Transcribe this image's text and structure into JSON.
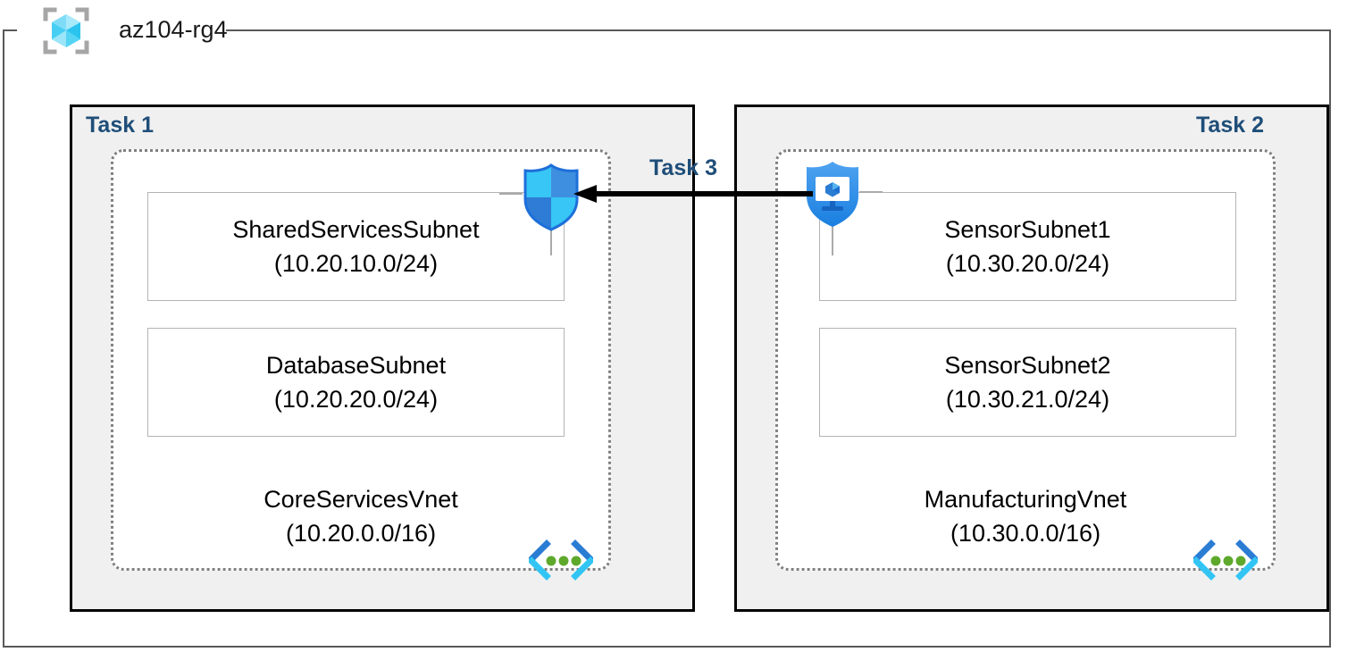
{
  "resource_group": {
    "name": "az104-rg4",
    "icon": "azure-resource-group-cube-icon"
  },
  "tasks": [
    {
      "id": "task1",
      "label": "Task 1"
    },
    {
      "id": "task2",
      "label": "Task 2"
    },
    {
      "id": "task3",
      "label": "Task 3"
    }
  ],
  "vnets": [
    {
      "id": "core-services-vnet",
      "name": "CoreServicesVnet",
      "cidr": "(10.20.0.0/16)",
      "icon": "virtual-network-icon",
      "subnets": [
        {
          "name": "SharedServicesSubnet",
          "cidr": "(10.20.10.0/24)"
        },
        {
          "name": "DatabaseSubnet",
          "cidr": "(10.20.20.0/24)"
        }
      ]
    },
    {
      "id": "manufacturing-vnet",
      "name": "ManufacturingVnet",
      "cidr": "(10.30.0.0/16)",
      "icon": "virtual-network-icon",
      "subnets": [
        {
          "name": "SensorSubnet1",
          "cidr": "(10.30.20.0/24)"
        },
        {
          "name": "SensorSubnet2",
          "cidr": "(10.30.21.0/24)"
        }
      ]
    }
  ],
  "icons": {
    "firewall": "azure-firewall-shield-icon",
    "bastion": "azure-bastion-shield-monitor-icon"
  },
  "connection": {
    "label": "Task 3",
    "direction": "right-to-left",
    "from": "manufacturing-vnet",
    "to": "core-services-vnet"
  },
  "colors": {
    "task_label": "#1F4E79",
    "frame": "#595959",
    "task_box_fill": "#F0F0F0",
    "task_box_border": "#000000",
    "vnet_border": "#808080",
    "subnet_border": "#B4B4B4",
    "arrow": "#000000",
    "azure_cyan": "#32C5F4",
    "azure_blue": "#2B7CD3",
    "icon_green": "#5EA92C"
  }
}
